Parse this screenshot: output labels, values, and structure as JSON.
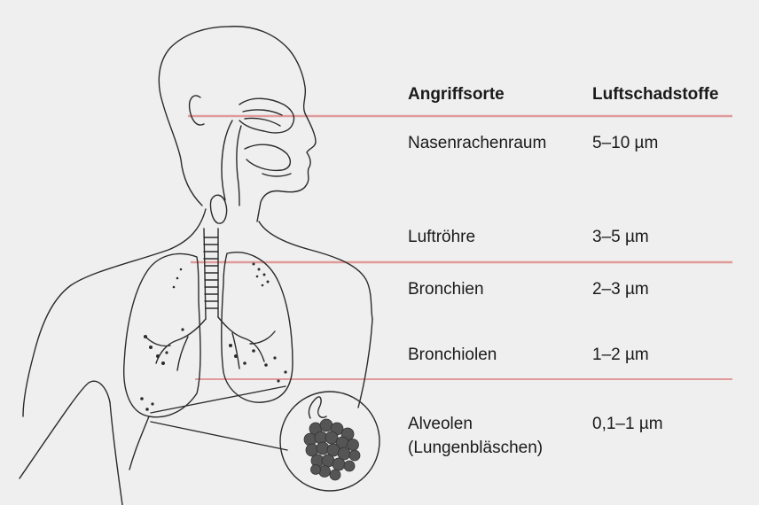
{
  "table": {
    "headers": {
      "location": "Angriffsorte",
      "pollutants": "Luftschadstoffe"
    },
    "rows": [
      {
        "location": "Nasenrachenraum",
        "size": "5–10 µm"
      },
      {
        "location": "Luftröhre",
        "size": "3–5 µm"
      },
      {
        "location": "Bronchien",
        "size": "2–3 µm"
      },
      {
        "location": "Bronchiolen",
        "size": "1–2 µm"
      },
      {
        "location": "Alveolen",
        "location_line2": "(Lungenbläschen)",
        "size": "0,1–1 µm"
      }
    ]
  },
  "colors": {
    "background": "#efefef",
    "divider": "#e09a9a",
    "line_art": "#2b2b2b",
    "alveoli": "#555555"
  }
}
